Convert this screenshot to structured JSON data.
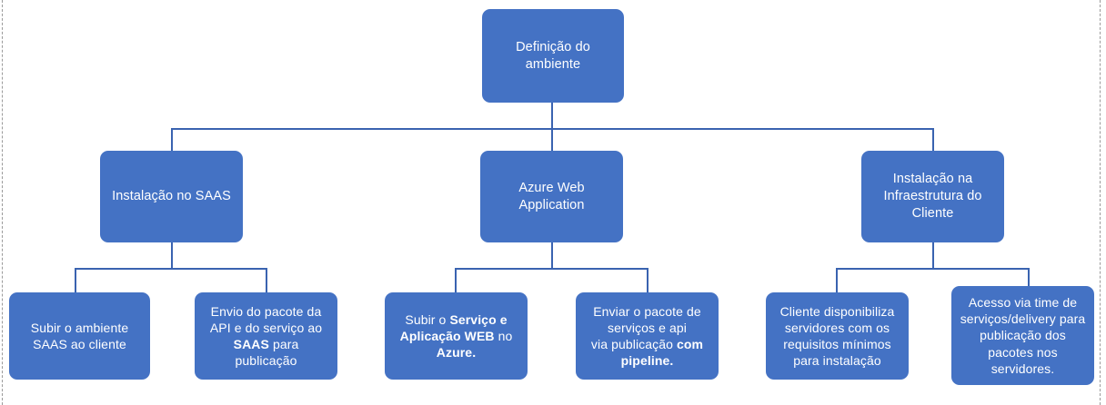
{
  "diagram": {
    "title": "Definicao do ambiente - fluxo de instalacao",
    "colors": {
      "node_fill": "#4472C4",
      "node_text": "#FFFFFF",
      "connector": "#3A63B0",
      "canvas_guide": "#9A9A9A",
      "background": "#FFFFFF"
    },
    "root": {
      "id": "definicao-do-ambiente",
      "label": "Definição do ambiente",
      "lines": [
        "Definição do",
        "ambiente"
      ]
    },
    "branches": [
      {
        "id": "instalacao-no-saas",
        "label": "Instalação no SAAS",
        "lines": [
          "Instalação no SAAS"
        ],
        "children": [
          {
            "id": "subir-ambiente-saas",
            "label": "Subir o ambiente SAAS ao cliente",
            "lines": [
              "Subir o ambiente",
              "SAAS ao cliente"
            ],
            "bold": []
          },
          {
            "id": "envio-pacote-api",
            "label": "Envio do pacote da API e do serviço ao SAAS para publicação",
            "lines": [
              "Envio do pacote da",
              "API e do serviço ao",
              "SAAS para publicação"
            ],
            "bold": [
              "SAAS"
            ]
          }
        ]
      },
      {
        "id": "azure-web-application",
        "label": "Azure Web Application",
        "lines": [
          "Azure Web",
          "Application"
        ],
        "children": [
          {
            "id": "subir-servico-aplicacao-web",
            "label": "Subir o Serviço e Aplicação WEB no Azure.",
            "lines": [
              "Subir o Serviço e",
              "Aplicação WEB no",
              "Azure."
            ],
            "bold": [
              "Serviço e",
              "Aplicação WEB",
              "Azure."
            ]
          },
          {
            "id": "enviar-pacote-pipeline",
            "label": "Enviar o pacote de serviços e api via publicação com pipeline.",
            "lines": [
              "Enviar o pacote de",
              "serviços e api",
              "via publicação com",
              "pipeline."
            ],
            "bold": [
              "com",
              "pipeline."
            ]
          }
        ]
      },
      {
        "id": "instalacao-infraestrutura-cliente",
        "label": "Instalação na Infraestrutura do Cliente",
        "lines": [
          "Instalação na",
          "Infraestrutura do",
          "Cliente"
        ],
        "children": [
          {
            "id": "cliente-disponibiliza-servidores",
            "label": "Cliente disponibiliza servidores com os requisitos mínimos para instalação",
            "lines": [
              "Cliente disponibiliza",
              "servidores com os",
              "requisitos mínimos",
              "para instalação"
            ],
            "bold": []
          },
          {
            "id": "acesso-via-time-servicos",
            "label": "Acesso via time de serviços/delivery para publicação dos pacotes nos servidores.",
            "lines": [
              "Acesso via time de",
              "serviços/delivery para",
              "publicação dos",
              "pacotes nos",
              "servidores."
            ],
            "bold": []
          }
        ]
      }
    ]
  }
}
